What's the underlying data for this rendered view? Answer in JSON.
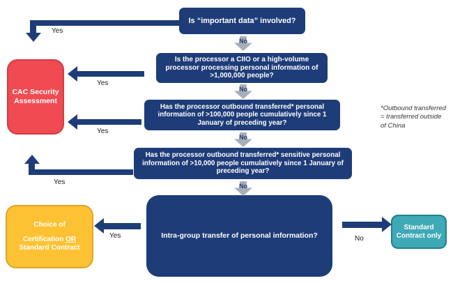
{
  "questions": [
    {
      "id": "q1",
      "label": "Is “important data” involved?"
    },
    {
      "id": "q2",
      "label": "Is the processor a CIIO or a high-volume processor processing personal information of >1,000,000 people?"
    },
    {
      "id": "q3",
      "label": "Has the processor outbound transferred* personal information of >100,000 people cumulatively since 1 January of preceding year?"
    },
    {
      "id": "q4",
      "label": "Has the processor outbound transferred* sensitive personal information of >10,000 people cumulatively since 1 January of preceding year?"
    },
    {
      "id": "q5",
      "label": "Intra-group transfer of personal information?"
    }
  ],
  "outcomes": {
    "cac": {
      "label": "CAC Security Assessment"
    },
    "choice": {
      "title": "Choice of",
      "option1": "Certification",
      "conjunction": "OR",
      "option2": "Standard Contract"
    },
    "standard": {
      "label": "Standard Contract only"
    }
  },
  "edges": [
    {
      "from": "q1",
      "to": "cac",
      "label": "Yes"
    },
    {
      "from": "q1",
      "to": "q2",
      "label": "No"
    },
    {
      "from": "q2",
      "to": "cac",
      "label": "Yes"
    },
    {
      "from": "q2",
      "to": "q3",
      "label": "No"
    },
    {
      "from": "q3",
      "to": "cac",
      "label": "Yes"
    },
    {
      "from": "q3",
      "to": "q4",
      "label": "No"
    },
    {
      "from": "q4",
      "to": "cac",
      "label": "Yes"
    },
    {
      "from": "q4",
      "to": "q5",
      "label": "No"
    },
    {
      "from": "q5",
      "to": "choice",
      "label": "Yes"
    },
    {
      "from": "q5",
      "to": "standard",
      "label": "No"
    }
  ],
  "note": {
    "text": "*Outbound transferred = transferred outside of China"
  },
  "colors": {
    "navy": "#1e3c78",
    "red_fill": "#f04b52",
    "red_border": "#d13c43",
    "yellow_fill": "#fdc233",
    "yellow_border": "#dda32b",
    "teal_fill": "#3fa9b5",
    "teal_border": "#1f7f8d",
    "gray_arrow": "#a9aeb7"
  }
}
